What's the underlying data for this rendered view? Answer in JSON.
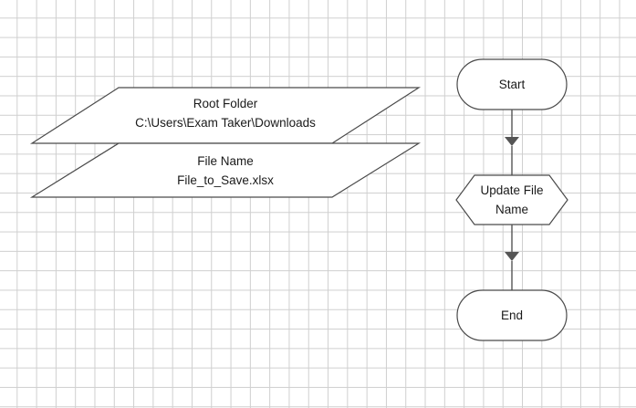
{
  "data_inputs": [
    {
      "title": "Root Folder",
      "value": "C:\\Users\\Exam Taker\\Downloads"
    },
    {
      "title": "File Name",
      "value": "File_to_Save.xlsx"
    }
  ],
  "flow": {
    "start_label": "Start",
    "process_line1": "Update File",
    "process_line2": "Name",
    "end_label": "End"
  },
  "colors": {
    "grid": "#cfcfcf",
    "shape_stroke": "#4a4a4a",
    "shape_fill": "#ffffff",
    "connector": "#555555"
  }
}
